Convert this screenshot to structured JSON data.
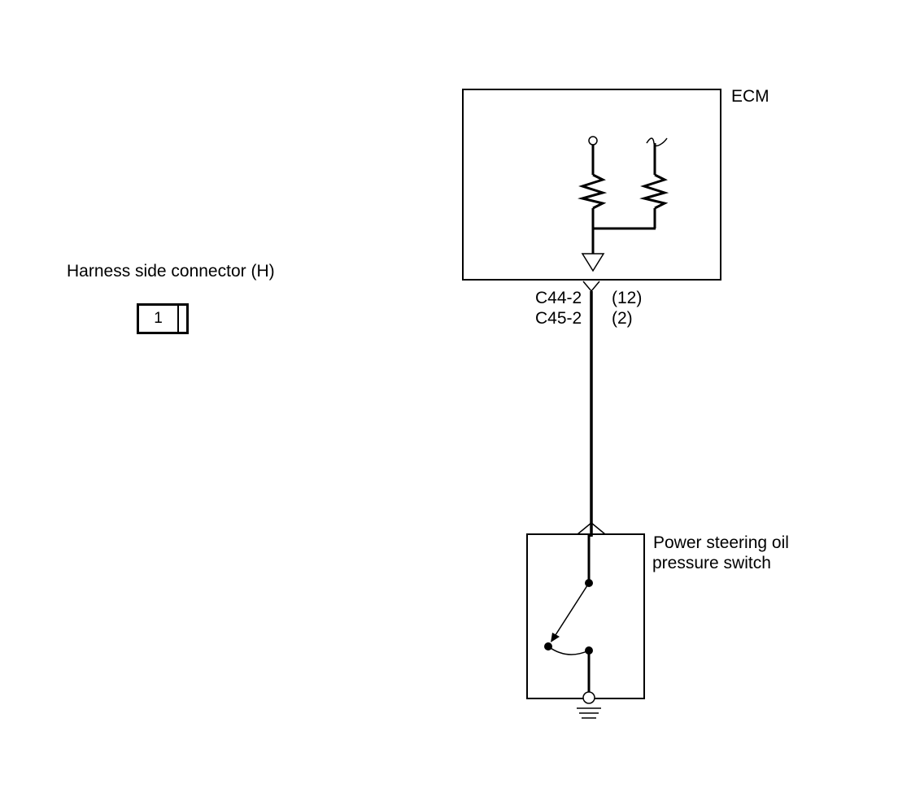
{
  "ecm": {
    "label": "ECM"
  },
  "harness_connector": {
    "title": "Harness side connector (H)",
    "pin": "1"
  },
  "wire_connectors": {
    "c44_label": "C44-2",
    "c44_pin": "(12)",
    "c45_label": "C45-2",
    "c45_pin": "(2)"
  },
  "switch": {
    "label_line1": "Power steering oil",
    "label_line2": "pressure switch"
  }
}
